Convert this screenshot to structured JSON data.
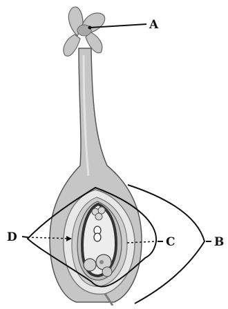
{
  "diagram": {
    "labels": {
      "a": "A",
      "b": "B",
      "c": "C",
      "d": "D"
    },
    "colors": {
      "tissue": "#c6c6c6",
      "tissue_dark": "#9a9a9a",
      "outline": "#555555",
      "sac": "#ededed",
      "line": "#111111"
    }
  }
}
